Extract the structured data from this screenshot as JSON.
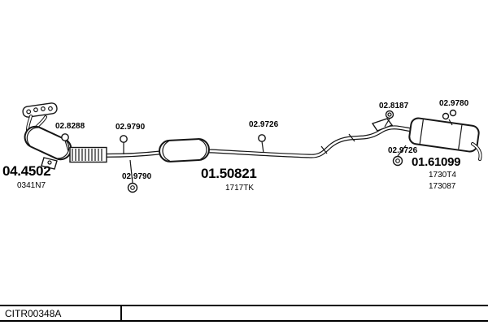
{
  "footer": {
    "code": "CITR00348A"
  },
  "parts": {
    "catalyst": {
      "number": "04.4502",
      "ref": "0341N7"
    },
    "mid_muffler": {
      "number": "01.50821",
      "ref": "1717TK"
    },
    "rear_muffler": {
      "number": "01.61099",
      "ref1": "1730T4",
      "ref2": "173087"
    },
    "clamp_front": "02.8288",
    "clamp_flex": "02.9790",
    "hanger_front": "02.9790",
    "clamp_mid": "02.9726",
    "hanger_rear_top": "02.8187",
    "clamp_rear": "02.9780",
    "hanger_rear": "02.9726"
  }
}
